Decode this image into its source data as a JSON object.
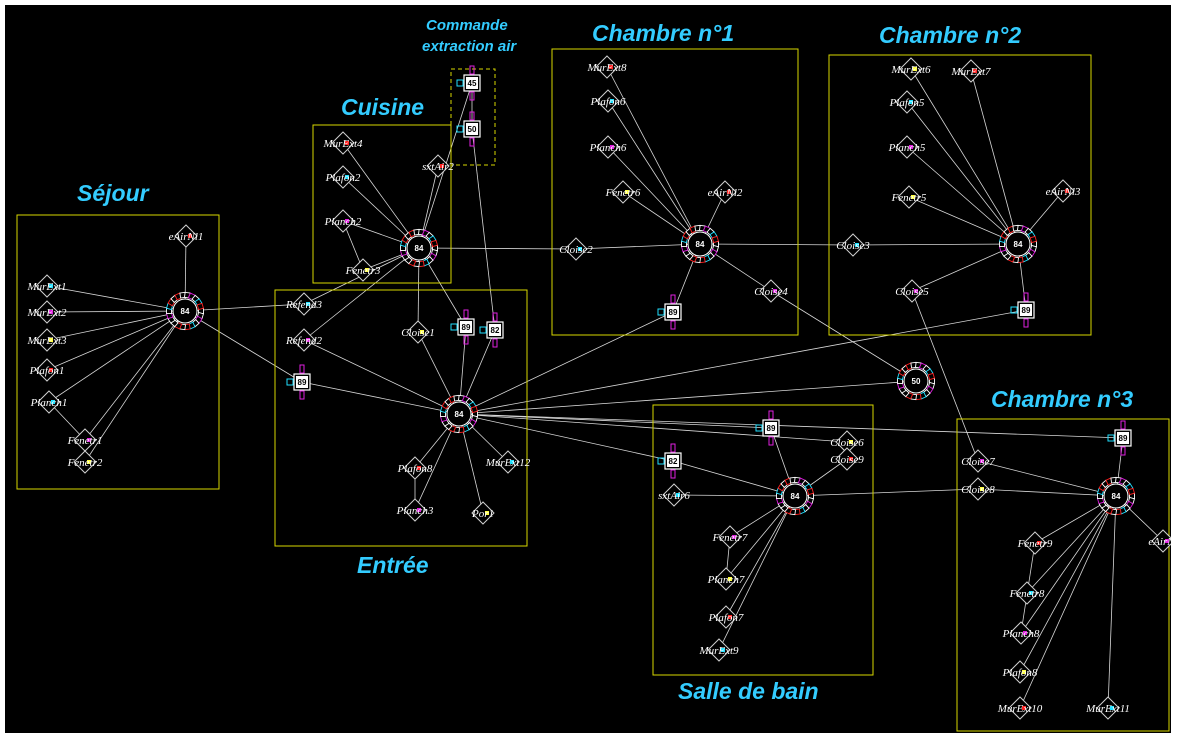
{
  "colors": {
    "background": "#000000",
    "room_border": "#d8d800",
    "title": "#33ccff",
    "link": "#d8d8d8",
    "port_red": "#ff2020",
    "port_cyan": "#20e0ff",
    "port_magenta": "#e020e0",
    "port_yellow": "#ffff40",
    "port_white": "#ffffff"
  },
  "rooms": [
    {
      "id": "sejour",
      "title": "Séjour"
    },
    {
      "id": "cuisine",
      "title": "Cuisine"
    },
    {
      "id": "commande",
      "title_line1": "Commande",
      "title_line2": "extraction air"
    },
    {
      "id": "chambre1",
      "title": "Chambre n°1"
    },
    {
      "id": "chambre2",
      "title": "Chambre n°2"
    },
    {
      "id": "entree",
      "title": "Entrée"
    },
    {
      "id": "sdb",
      "title": "Salle de bain"
    },
    {
      "id": "chambre3",
      "title": "Chambre n°3"
    }
  ],
  "hubs": [
    {
      "id": "h_sejour",
      "num": "84"
    },
    {
      "id": "h_cuisine",
      "num": "84"
    },
    {
      "id": "h_ch1",
      "num": "84"
    },
    {
      "id": "h_ch2",
      "num": "84"
    },
    {
      "id": "h_entree",
      "num": "84"
    },
    {
      "id": "h_sdb",
      "num": "84"
    },
    {
      "id": "h_ch3",
      "num": "84"
    },
    {
      "id": "h_mix",
      "num": "50"
    }
  ],
  "blocks": [
    {
      "id": "b_45",
      "num": "45"
    },
    {
      "id": "b_50",
      "num": "50"
    },
    {
      "id": "b_89a",
      "num": "89"
    },
    {
      "id": "b_82a",
      "num": "82"
    },
    {
      "id": "b_89sej",
      "num": "89"
    },
    {
      "id": "b_89ch1",
      "num": "89"
    },
    {
      "id": "b_89ch2",
      "num": "89"
    },
    {
      "id": "b_89sdb",
      "num": "89"
    },
    {
      "id": "b_82sdb",
      "num": "82"
    },
    {
      "id": "b_89ch3",
      "num": "89"
    }
  ],
  "nodes": [
    {
      "id": "eAirNl1",
      "label": "eAirNl1"
    },
    {
      "id": "MurExt1",
      "label": "MurExt1"
    },
    {
      "id": "MurExt2",
      "label": "MurExt2"
    },
    {
      "id": "MurExt3",
      "label": "MurExt3"
    },
    {
      "id": "Plafon1",
      "label": "Plafon1"
    },
    {
      "id": "Planch1",
      "label": "Planch1"
    },
    {
      "id": "Fenetr1",
      "label": "Fenetr1"
    },
    {
      "id": "Fenetr2",
      "label": "Fenetr2"
    },
    {
      "id": "MurExt4",
      "label": "MurExt4"
    },
    {
      "id": "Plafon2",
      "label": "Plafon2"
    },
    {
      "id": "Planch2",
      "label": "Planch2"
    },
    {
      "id": "Fenetr3",
      "label": "Fenetr3"
    },
    {
      "id": "sxtAir2",
      "label": "sxtAir2"
    },
    {
      "id": "Refend3",
      "label": "Refend3"
    },
    {
      "id": "Refend2",
      "label": "Refend2"
    },
    {
      "id": "Cloise1",
      "label": "Cloise1"
    },
    {
      "id": "Plafon8",
      "label": "Plafon8"
    },
    {
      "id": "MurExt12",
      "label": "MurExt12"
    },
    {
      "id": "Planch3",
      "label": "Planch3"
    },
    {
      "id": "Por1",
      "label": "Por1"
    },
    {
      "id": "MurExt8",
      "label": "MurExt8"
    },
    {
      "id": "Plafon6",
      "label": "Plafon6"
    },
    {
      "id": "Planch6",
      "label": "Planch6"
    },
    {
      "id": "Fenetr6",
      "label": "Fenetr6"
    },
    {
      "id": "eAirNl2",
      "label": "eAirNl2"
    },
    {
      "id": "Cloise2",
      "label": "Cloise2"
    },
    {
      "id": "Cloise4",
      "label": "Cloise4"
    },
    {
      "id": "MurExt6",
      "label": "MurExt6"
    },
    {
      "id": "MurExt7",
      "label": "MurExt7"
    },
    {
      "id": "Plafon5",
      "label": "Plafon5"
    },
    {
      "id": "Planch5",
      "label": "Planch5"
    },
    {
      "id": "Fenetr5",
      "label": "Fenetr5"
    },
    {
      "id": "eAirNl3",
      "label": "eAirNl3"
    },
    {
      "id": "Cloise3",
      "label": "Cloise3"
    },
    {
      "id": "Cloise5",
      "label": "Cloise5"
    },
    {
      "id": "Cloise6",
      "label": "Cloise6"
    },
    {
      "id": "Cloise9",
      "label": "Cloise9"
    },
    {
      "id": "sxtAir6",
      "label": "sxtAir6"
    },
    {
      "id": "Fenetr7",
      "label": "Fenetr7"
    },
    {
      "id": "Planch7",
      "label": "Planch7"
    },
    {
      "id": "Plafon7",
      "label": "Plafon7"
    },
    {
      "id": "MurExt9",
      "label": "MurExt9"
    },
    {
      "id": "Cloise7",
      "label": "Cloise7"
    },
    {
      "id": "Cloise8",
      "label": "Cloise8"
    },
    {
      "id": "Fenetr9",
      "label": "Fenetr9"
    },
    {
      "id": "Fenetr8",
      "label": "Fenetr8"
    },
    {
      "id": "Planch8",
      "label": "Planch8"
    },
    {
      "id": "Plafon8b",
      "label": "Plafon8"
    },
    {
      "id": "MurExt10",
      "label": "MurExt10"
    },
    {
      "id": "MurExt11",
      "label": "MurExt11"
    },
    {
      "id": "eAirNl4",
      "label": "eAirNl"
    }
  ]
}
